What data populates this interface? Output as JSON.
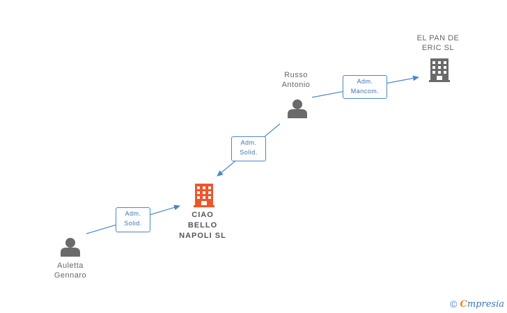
{
  "nodes": {
    "el_pan": {
      "label": "EL PAN DE\nERIC SL",
      "type": "company",
      "color": "#6a6a6a"
    },
    "russo": {
      "label": "Russo\nAntonio",
      "type": "person",
      "color": "#6a6a6a"
    },
    "ciao": {
      "label": "CIAO\nBELLO\nNAPOLI SL",
      "type": "company",
      "color": "#f0552a"
    },
    "auletta": {
      "label": "Auletta\nGennaro",
      "type": "person",
      "color": "#6a6a6a"
    }
  },
  "edges": {
    "russo_elpan": {
      "line1": "Adm.",
      "line2": "Mancom."
    },
    "russo_ciao": {
      "line1": "Adm.",
      "line2": "Solid."
    },
    "auletta_ciao": {
      "line1": "Adm.",
      "line2": "Solid."
    }
  },
  "footer": {
    "copyright": "©",
    "brand_mark": "C",
    "brand_rest": "mpresia"
  },
  "colors": {
    "edge": "#4a86c8",
    "main_company": "#f0552a",
    "other": "#6a6a6a"
  }
}
